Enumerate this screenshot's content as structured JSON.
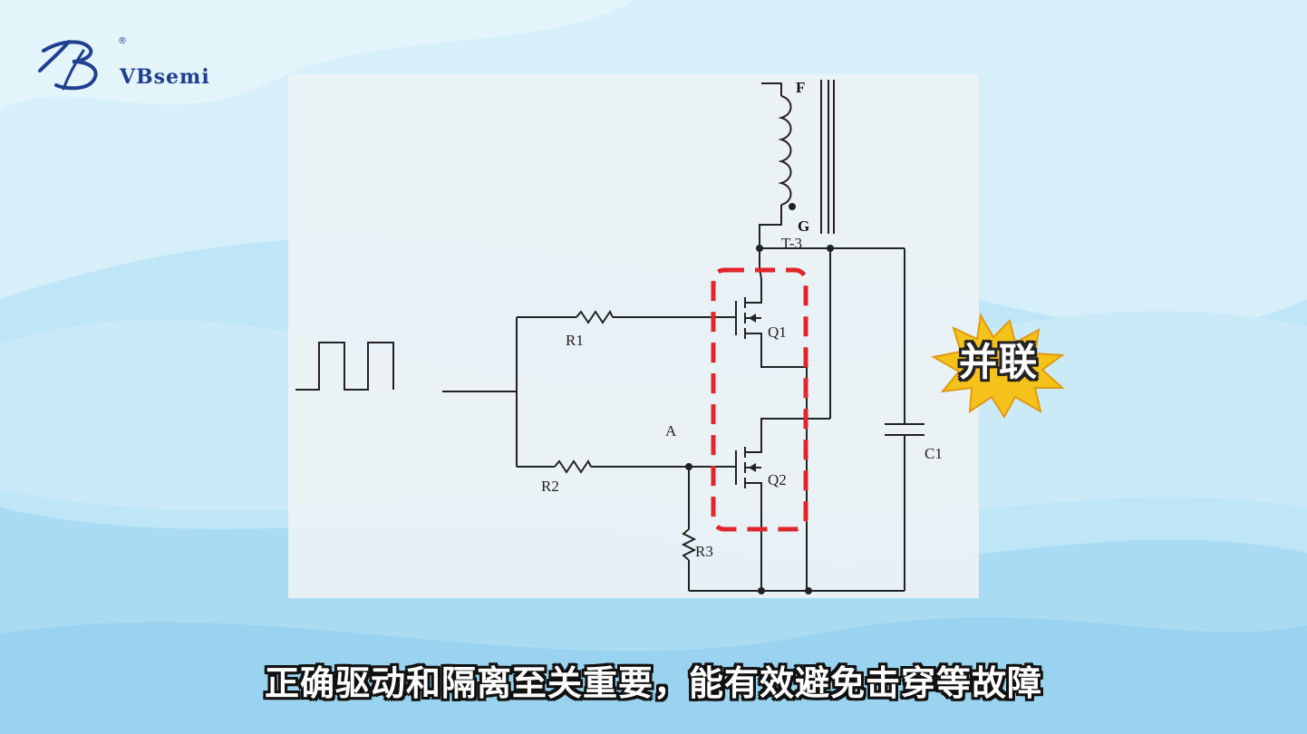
{
  "brand": {
    "name": "VBsemi",
    "registered_mark": "®"
  },
  "diagram": {
    "labels": {
      "R1": "R1",
      "R2": "R2",
      "R3": "R3",
      "Q1": "Q1",
      "Q2": "Q2",
      "A": "A",
      "C1": "C1",
      "F": "F",
      "G": "G",
      "T3": "T-3"
    }
  },
  "callout": {
    "text": "并联"
  },
  "subtitle": {
    "text": "正确驱动和隔离至关重要，能有效避免击穿等故障"
  },
  "colors": {
    "background": "#bfe6f7",
    "wave_light": "#d8f0fb",
    "wave_mid": "#a9dcf3",
    "highlight_dash": "#e0262b",
    "burst_yellow": "#f5c21b",
    "brand_blue": "#1f3f8f"
  }
}
